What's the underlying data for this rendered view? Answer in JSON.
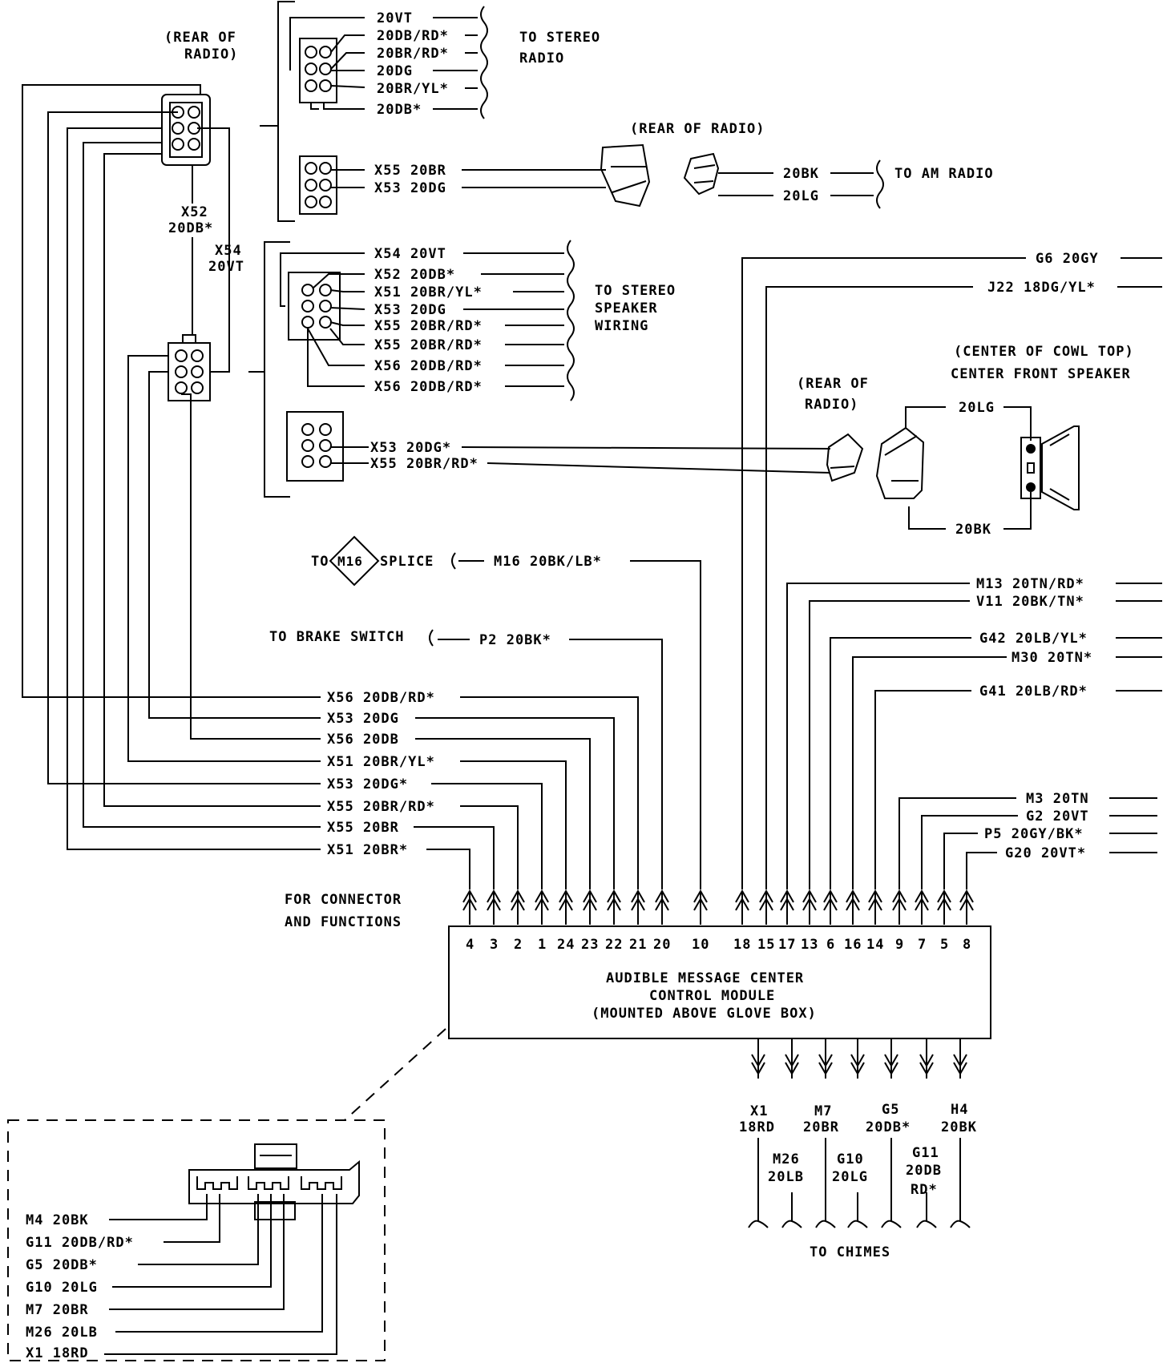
{
  "radio_connectors": {
    "rear_of_radio_top": [
      "(REAR OF",
      "RADIO)"
    ],
    "stereo_radio_label": [
      "TO STEREO",
      "RADIO"
    ],
    "stereo_radio_wires": [
      "20VT",
      "20DB/RD*",
      "20BR/RD*",
      "20DG",
      "20BR/YL*",
      "20DB*"
    ],
    "am_wires": [
      "X55 20BR",
      "X53 20DG"
    ],
    "rear_of_radio_mid": "(REAR OF RADIO)",
    "am_radio_wires": [
      "20BK",
      "20LG"
    ],
    "am_radio_label": "TO AM RADIO",
    "x52_label": [
      "X52",
      "20DB*"
    ],
    "x54_label": [
      "X54",
      "20VT"
    ],
    "speaker_wiring_wires": [
      "X54 20VT",
      "X52 20DB*",
      "X51 20BR/YL*",
      "X53 20DG",
      "X55 20BR/RD*",
      "X55 20BR/RD*",
      "X56 20DB/RD*",
      "X56 20DB/RD*"
    ],
    "speaker_wiring_label": [
      "TO STEREO",
      "SPEAKER",
      "WIRING"
    ],
    "center_speaker_wires": [
      "X53 20DG*",
      "X55 20BR/RD*"
    ]
  },
  "center_speaker": {
    "title": [
      "(CENTER OF COWL TOP)",
      "CENTER FRONT SPEAKER"
    ],
    "rear_of_radio": [
      "(REAR OF",
      "RADIO)"
    ],
    "wire_top": "20LG",
    "wire_bottom": "20BK"
  },
  "right_top_wires": [
    "G6 20GY",
    "J22 18DG/YL*"
  ],
  "splice": {
    "to": "TO",
    "id": "M16",
    "splice": "SPLICE",
    "wire": "M16 20BK/LB*"
  },
  "brake": {
    "label": "TO BRAKE SWITCH",
    "wire": "P2 20BK*"
  },
  "left_module_wires": [
    "X56 20DB/RD*",
    "X53 20DG",
    "X56 20DB",
    "X51 20BR/YL*",
    "X53 20DG*",
    "X55 20BR/RD*",
    "X55 20BR",
    "X51 20BR*"
  ],
  "right_mid_wires": [
    "M13 20TN/RD*",
    "V11 20BK/TN*",
    "G42 20LB/YL*",
    "M30 20TN*",
    "G41 20LB/RD*"
  ],
  "right_low_wires": [
    "M3 20TN",
    "G2 20VT",
    "P5 20GY/BK*",
    "G20 20VT*"
  ],
  "connector_note": [
    "FOR CONNECTOR",
    "AND FUNCTIONS"
  ],
  "module": {
    "pins": [
      "4",
      "3",
      "2",
      "1",
      "24",
      "23",
      "22",
      "21",
      "20",
      "10",
      "18",
      "15",
      "17",
      "13",
      "6",
      "16",
      "14",
      "9",
      "7",
      "5",
      "8"
    ],
    "title": [
      "AUDIBLE MESSAGE CENTER",
      "CONTROL MODULE",
      "(MOUNTED ABOVE GLOVE BOX)"
    ]
  },
  "chime_wires": {
    "upper": [
      [
        "X1",
        "18RD"
      ],
      [
        "M7",
        "20BR"
      ],
      [
        "G5",
        "20DB*"
      ],
      [
        "H4",
        "20BK"
      ]
    ],
    "lower": [
      [
        "M26",
        "20LB"
      ],
      [
        "G10",
        "20LG"
      ],
      [
        "G11",
        "20DB",
        "RD*"
      ]
    ],
    "label": "TO CHIMES"
  },
  "inset_wires": [
    "M4 20BK",
    "G11 20DB/RD*",
    "G5 20DB*",
    "G10 20LG",
    "M7 20BR",
    "M26 20LB",
    "X1 18RD"
  ]
}
